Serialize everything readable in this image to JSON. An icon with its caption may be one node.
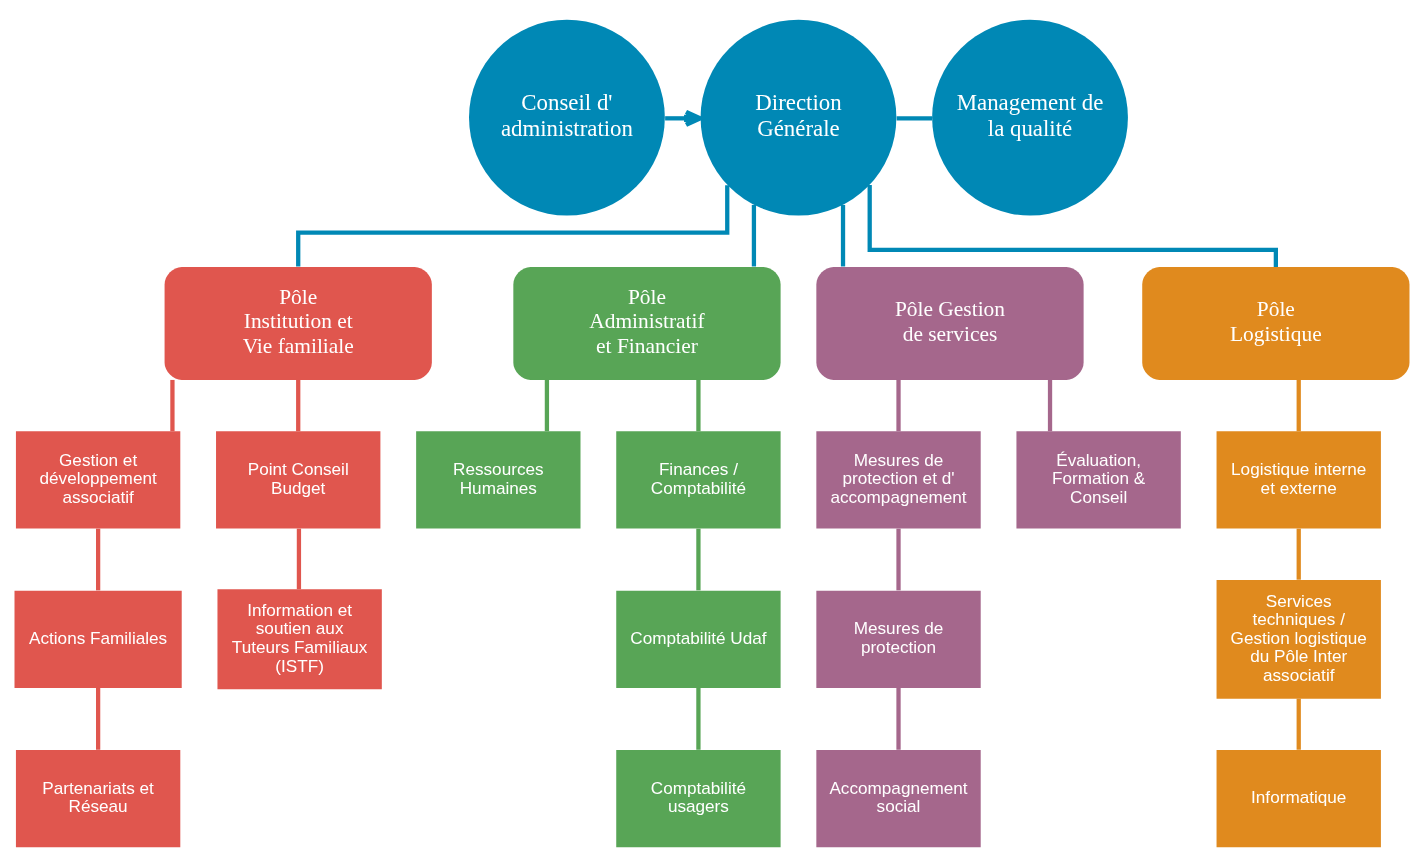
{
  "diagram": {
    "nodes": [
      {
        "text": [
          "Conseil d' administration"
        ]
      },
      {
        "text": [
          "Direction Générale"
        ]
      },
      {
        "text": [
          "Management de la qualité"
        ]
      },
      {
        "text": [
          "Pôle Institution et Vie familiale"
        ]
      },
      {
        "text": [
          "Pôle Administratif et Financier"
        ]
      },
      {
        "text": [
          "Pôle Gestion de services"
        ]
      },
      {
        "text": [
          "Pôle Logistique"
        ]
      },
      {
        "text": [
          "Gestion et développement associatif"
        ]
      },
      {
        "text": [
          "Point Conseil Budget"
        ]
      },
      {
        "text": [
          "Actions Familiales"
        ]
      },
      {
        "text": [
          "Information et soutien aux Tuteurs Familiaux (ISTF)"
        ]
      },
      {
        "text": [
          "Partenariats et Réseau"
        ]
      },
      {
        "text": [
          "Ressources Humaines"
        ]
      },
      {
        "text": [
          "Finances / Comptabilité"
        ]
      },
      {
        "text": [
          "Comptabilité Udaf"
        ]
      },
      {
        "text": [
          "Comptabilité usagers"
        ]
      },
      {
        "text": [
          "Mesures de protection et d' accompagnement"
        ]
      },
      {
        "text": [
          "Évaluation, Formation & Conseil"
        ]
      },
      {
        "text": [
          "Mesures de protection"
        ]
      },
      {
        "text": [
          "Accompagnement social"
        ]
      },
      {
        "text": [
          "Logistique interne et externe"
        ]
      },
      {
        "text": [
          "Services techniques / Gestion logistique du Pôle Inter associatif"
        ]
      },
      {
        "text": [
          "Informatique"
        ]
      }
    ],
    "edges": [
      {
        "from": 0,
        "to": 1,
        "arrow": "to"
      },
      {
        "from": 1,
        "to": 2,
        "arrow": "none"
      },
      {
        "from": 1,
        "to": 3,
        "arrow": "none"
      },
      {
        "from": 1,
        "to": 4,
        "arrow": "none"
      },
      {
        "from": 1,
        "to": 5,
        "arrow": "none"
      },
      {
        "from": 1,
        "to": 6,
        "arrow": "none"
      },
      {
        "from": 3,
        "to": 7,
        "arrow": "none",
        "color": "#e0564e"
      },
      {
        "from": 3,
        "to": 8,
        "arrow": "none",
        "color": "#e0564e"
      },
      {
        "from": 7,
        "to": 9,
        "arrow": "none",
        "color": "#e0564e"
      },
      {
        "from": 8,
        "to": 10,
        "arrow": "none",
        "color": "#e0564e"
      },
      {
        "from": 9,
        "to": 11,
        "arrow": "none",
        "color": "#e0564e"
      },
      {
        "from": 4,
        "to": 12,
        "arrow": "none",
        "color": "#58a556"
      },
      {
        "from": 4,
        "to": 13,
        "arrow": "none",
        "color": "#58a556"
      },
      {
        "from": 13,
        "to": 14,
        "arrow": "none",
        "color": "#58a556"
      },
      {
        "from": 14,
        "to": 15,
        "arrow": "none",
        "color": "#58a556"
      },
      {
        "from": 5,
        "to": 16,
        "arrow": "none",
        "color": "#a5678c"
      },
      {
        "from": 5,
        "to": 17,
        "arrow": "none",
        "color": "#a5678c"
      },
      {
        "from": 16,
        "to": 18,
        "arrow": "none",
        "color": "#a5678c"
      },
      {
        "from": 18,
        "to": 19,
        "arrow": "none",
        "color": "#a5678c"
      },
      {
        "from": 6,
        "to": 20,
        "arrow": "none",
        "color": "#e08a1e"
      },
      {
        "from": 20,
        "to": 21,
        "arrow": "none",
        "color": "#e08a1e"
      },
      {
        "from": 21,
        "to": 22,
        "arrow": "none",
        "color": "#e08a1e"
      }
    ]
  }
}
